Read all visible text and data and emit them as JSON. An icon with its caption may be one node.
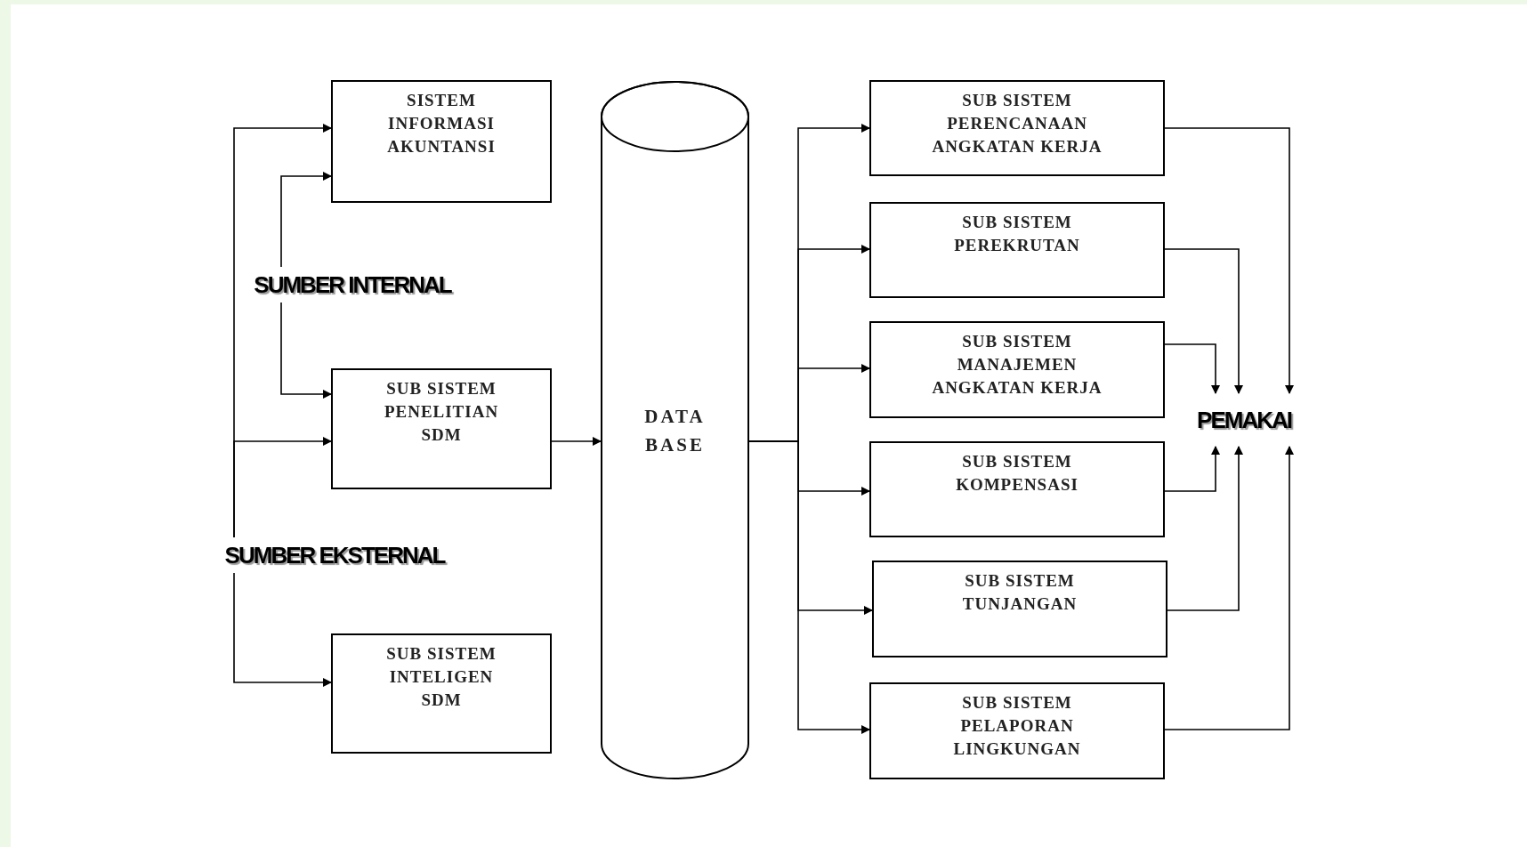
{
  "diagram": {
    "nodes": [
      {
        "text": [
          "SISTEM INFORMASI AKUNTANSI"
        ]
      },
      {
        "text": [
          "SUMBER INTERNAL"
        ]
      },
      {
        "text": [
          "SUB SISTEM PENELITIAN SDM"
        ]
      },
      {
        "text": [
          "SUMBER EKSTERNAL"
        ]
      },
      {
        "text": [
          "SUB SISTEM INTELIGEN SDM"
        ]
      },
      {
        "text": [
          "DATA BASE"
        ]
      },
      {
        "text": [
          "SUB SISTEM PERENCANAAN ANGKATAN KERJA"
        ]
      },
      {
        "text": [
          "SUB SISTEM PEREKRUTAN"
        ]
      },
      {
        "text": [
          "SUB SISTEM MANAJEMEN ANGKATAN KERJA"
        ]
      },
      {
        "text": [
          "SUB SISTEM KOMPENSASI"
        ]
      },
      {
        "text": [
          "SUB SISTEM TUNJANGAN"
        ]
      },
      {
        "text": [
          "SUB SISTEM PELAPORAN LINGKUNGAN"
        ]
      },
      {
        "text": [
          "PEMAKAI"
        ]
      }
    ],
    "edges": [
      {
        "from": 1,
        "to": 0,
        "arrow": "to"
      },
      {
        "from": 1,
        "to": 2,
        "arrow": "to"
      },
      {
        "from": 3,
        "to": 0,
        "arrow": "to"
      },
      {
        "from": 3,
        "to": 2,
        "arrow": "to"
      },
      {
        "from": 3,
        "to": 4,
        "arrow": "to"
      },
      {
        "from": 2,
        "to": 5,
        "arrow": "to"
      },
      {
        "from": 5,
        "to": 6,
        "arrow": "to"
      },
      {
        "from": 5,
        "to": 7,
        "arrow": "to"
      },
      {
        "from": 5,
        "to": 8,
        "arrow": "to"
      },
      {
        "from": 5,
        "to": 9,
        "arrow": "to"
      },
      {
        "from": 5,
        "to": 10,
        "arrow": "to"
      },
      {
        "from": 5,
        "to": 11,
        "arrow": "to"
      },
      {
        "from": 6,
        "to": 12,
        "arrow": "to"
      },
      {
        "from": 7,
        "to": 12,
        "arrow": "to"
      },
      {
        "from": 8,
        "to": 12,
        "arrow": "to"
      },
      {
        "from": 9,
        "to": 12,
        "arrow": "to"
      },
      {
        "from": 10,
        "to": 12,
        "arrow": "to"
      },
      {
        "from": 11,
        "to": 12,
        "arrow": "to"
      }
    ]
  }
}
